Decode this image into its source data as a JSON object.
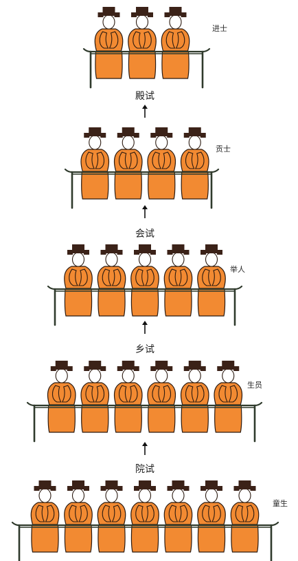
{
  "tiers": [
    {
      "title": "进士",
      "count": 3
    },
    {
      "title": "贡士",
      "count": 4
    },
    {
      "title": "举人",
      "count": 5
    },
    {
      "title": "生员",
      "count": 6
    },
    {
      "title": "童生",
      "count": 7
    }
  ],
  "exams": [
    "殿试",
    "会试",
    "乡试",
    "院试"
  ],
  "colors": {
    "robe": "#f28a32",
    "hat": "#3b2218",
    "outline": "#2b1a10",
    "table": "#2f3a2c",
    "face": "#ffffff"
  }
}
